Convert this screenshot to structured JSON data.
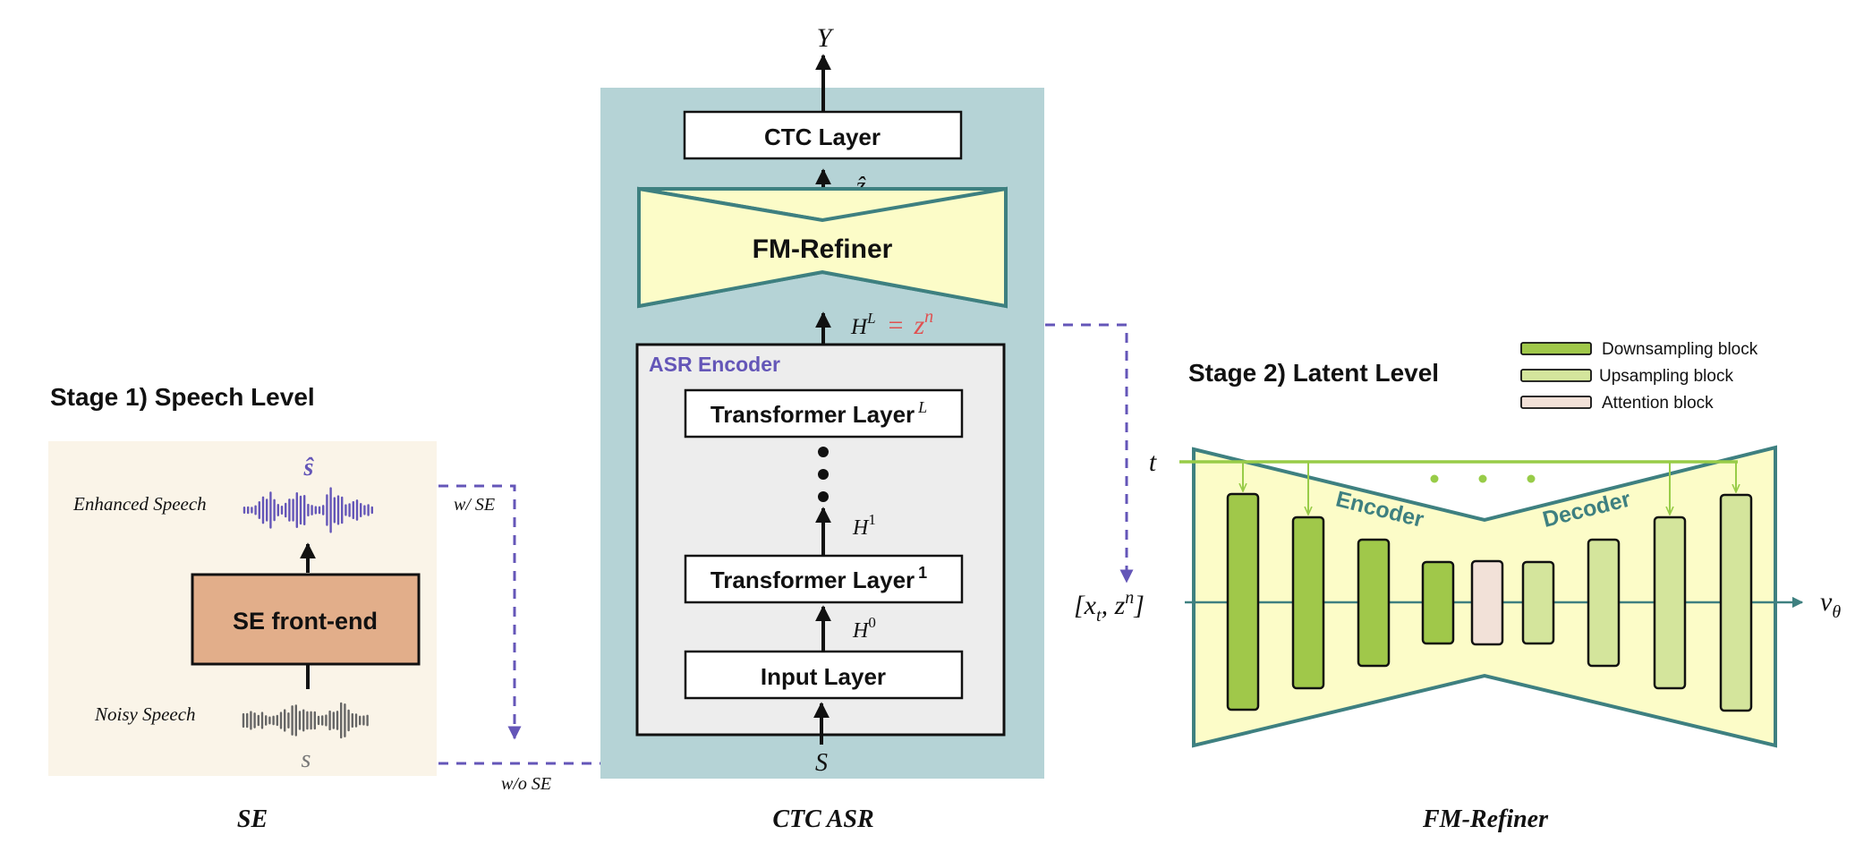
{
  "stage1": {
    "title": "Stage 1) Speech Level",
    "enhanced_label": "Enhanced Speech",
    "noisy_label": "Noisy Speech",
    "s_hat": "ŝ",
    "s": "s",
    "front_end": "SE front-end",
    "with_se": "w/ SE",
    "without_se": "w/o SE",
    "caption": "SE"
  },
  "asr": {
    "output": "Y",
    "ctc_layer": "CTC Layer",
    "z_hat": "ẑ",
    "refiner": "FM-Refiner",
    "hl": "H",
    "hl_sup": "L",
    "eq": "=",
    "zn": "z",
    "zn_sup": "n",
    "encoder_title": "ASR Encoder",
    "transformer_top": "Transformer Layer",
    "transformer_top_sup": "L",
    "h1": "H",
    "h1_sup": "1",
    "transformer_bottom": "Transformer Layer",
    "transformer_bottom_sup": "1",
    "h0": "H",
    "h0_sup": "0",
    "input_layer": "Input Layer",
    "input": "S",
    "caption": "CTC ASR"
  },
  "stage2": {
    "title": "Stage 2) Latent Level",
    "legend": [
      "Downsampling block",
      "Upsampling block",
      "Attention block"
    ],
    "t": "t",
    "input_open": "[x",
    "input_sub": "t",
    "input_mid": ", z",
    "input_sup": "n",
    "input_close": "]",
    "encoder": "Encoder",
    "decoder": "Decoder",
    "output": "v",
    "output_sub": "θ",
    "caption": "FM-Refiner"
  },
  "colors": {
    "se_panel": "#faf4e8",
    "se_box": "#e2ae8a",
    "asr_panel": "#b5d3d6",
    "encoder_box": "#ededed",
    "refiner_fill": "#fcfcc8",
    "refiner_stroke": "#3e8080",
    "purple": "#6456b8",
    "green_down": "#a0c84a",
    "green_up": "#d4e59c",
    "attention": "#f2e1d8",
    "red": "#e05050"
  }
}
